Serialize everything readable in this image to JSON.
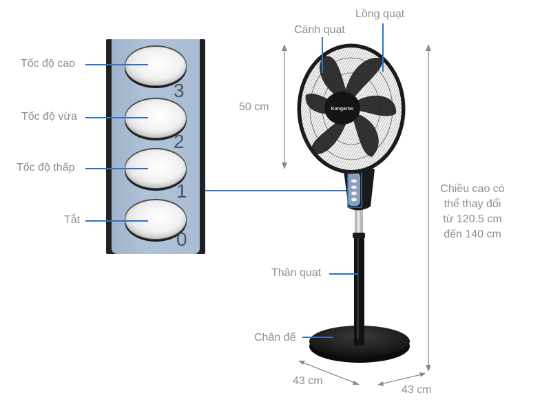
{
  "diagram": {
    "subject": "Standing fan",
    "brand_logo_text": "Kangaroo",
    "control_panel": {
      "buttons": [
        {
          "label": "Tốc độ cao",
          "number": "3"
        },
        {
          "label": "Tốc độ vừa",
          "number": "2"
        },
        {
          "label": "Tốc độ thấp",
          "number": "1"
        },
        {
          "label": "Tắt",
          "number": "0"
        }
      ]
    },
    "parts": {
      "blade": "Cánh quạt",
      "cage": "Lồng quạt",
      "body": "Thân quạt",
      "base": "Chân đế"
    },
    "dimensions": {
      "head_height": "50 cm",
      "adjustable_height_line1": "Chiều cao có",
      "adjustable_height_line2": "thể thay đổi",
      "adjustable_height_line3": "từ 120.5 cm",
      "adjustable_height_line4": "đến 140 cm",
      "base_depth": "43 cm",
      "base_width": "43 cm"
    },
    "colors": {
      "leader_line": "#2f72c4",
      "dimension_line": "#8a8a8a",
      "label_text": "#8e8e8e",
      "panel_blue": "#a9bcd3",
      "fan_body": "#1a1a1a"
    }
  }
}
